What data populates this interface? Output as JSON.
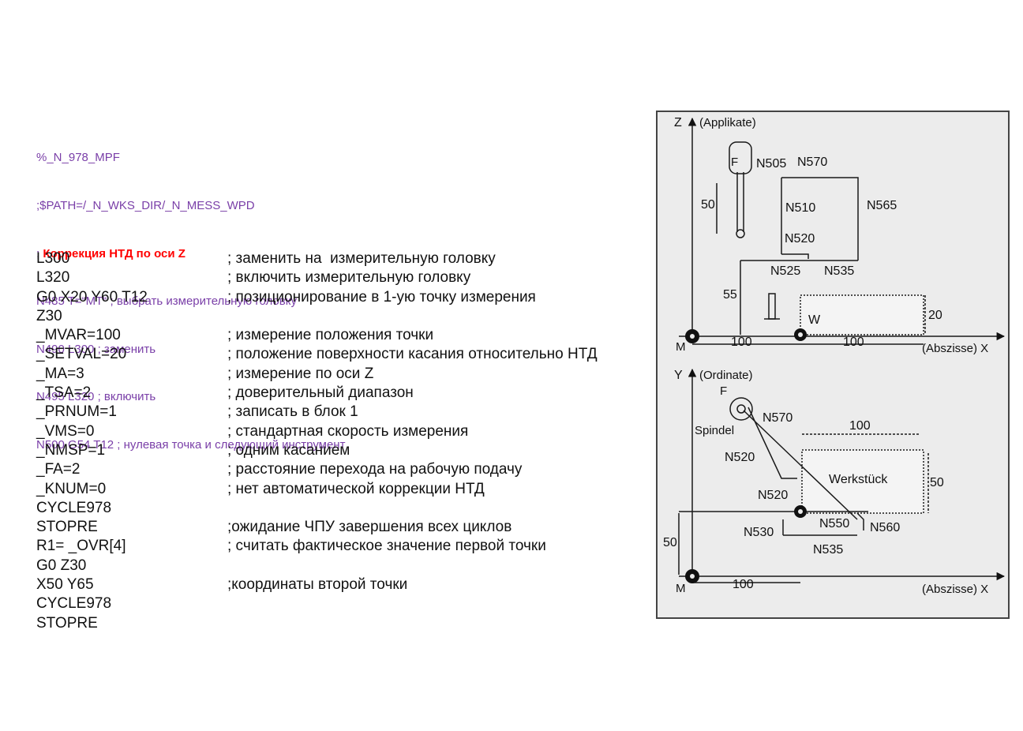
{
  "header": {
    "lines": [
      "%_N_978_MPF",
      ";$PATH=/_N_WKS_DIR/_N_MESS_WPD",
      "N485 T=“MT“ ; выбрать измерительную головку",
      "N490 L300 ; заменить",
      "N495 L320 ; включить",
      "N500 G54 T12 ; нулевая точка и следующий инструмент"
    ],
    "note_prefix": "; ",
    "note_bold": "Коррекция НТД по оси Z"
  },
  "code": [
    {
      "cmd": "L300",
      "comment": "; заменить на  измерительную головку"
    },
    {
      "cmd": "L320",
      "comment": "; включить измерительную головку"
    },
    {
      "cmd": "G0 X20 Y60 T12",
      "comment": "; позиционирование в 1-ую точку измерения"
    },
    {
      "cmd": "Z30",
      "comment": ""
    },
    {
      "cmd": "_MVAR=100",
      "comment": "; измерение положения точки"
    },
    {
      "cmd": "_SETVAL=20",
      "comment": "; положение поверхности касания относительно НТД"
    },
    {
      "cmd": "_MA=3",
      "comment": "; измерение по оси Z"
    },
    {
      "cmd": "_TSA=2",
      "comment": "; доверительный диапазон"
    },
    {
      "cmd": "_PRNUM=1",
      "comment": "; записать в блок 1"
    },
    {
      "cmd": "_VMS=0",
      "comment": "; стандартная скорость измерения"
    },
    {
      "cmd": "_NMSP=1",
      "comment": "; одним касанием"
    },
    {
      "cmd": "_FA=2",
      "comment": "; расстояние перехода на рабочую подачу"
    },
    {
      "cmd": "_KNUM=0",
      "comment": "; нет автоматической коррекции НТД"
    },
    {
      "cmd": "CYCLE978",
      "comment": ""
    },
    {
      "cmd": "STOPRE",
      "comment": ";ожидание ЧПУ завершения всех циклов"
    },
    {
      "cmd": "R1= _OVR[4]",
      "comment": "; считать фактическое значение первой точки"
    },
    {
      "cmd": "G0 Z30",
      "comment": ""
    },
    {
      "cmd": "X50 Y65",
      "comment": ";координаты второй точки"
    },
    {
      "cmd": "CYCLE978",
      "comment": ""
    },
    {
      "cmd": "STOPRE",
      "comment": ""
    }
  ],
  "diagram": {
    "top": {
      "z_axis": "Z",
      "z_axis_name": "(Applikate)",
      "x_axis": "(Abszisse) X",
      "origin": "M",
      "workpiece_zero": "W",
      "probe": "F",
      "dim_50": "50",
      "dim_55": "55",
      "dim_20": "20",
      "dim_100a": "100",
      "dim_100b": "100",
      "n505": "N505",
      "n570": "N570",
      "n510": "N510",
      "n565": "N565",
      "n520": "N520",
      "n525": "N525",
      "n535": "N535"
    },
    "bottom": {
      "y_axis": "Y",
      "y_axis_name": "(Ordinate)",
      "x_axis": "(Abszisse) X",
      "origin": "M",
      "probe": "F",
      "spindle": "Spindel",
      "workpiece": "Werkstück",
      "n570": "N570",
      "n520a": "N520",
      "n520b": "N520",
      "n550": "N550",
      "n560": "N560",
      "n530": "N530",
      "n535": "N535",
      "dim_100top": "100",
      "dim_50right": "50",
      "dim_50left": "50",
      "dim_100bottom": "100"
    },
    "colors": {
      "panel": "#ececec",
      "border": "#444444",
      "line": "#1a1a1a"
    }
  }
}
